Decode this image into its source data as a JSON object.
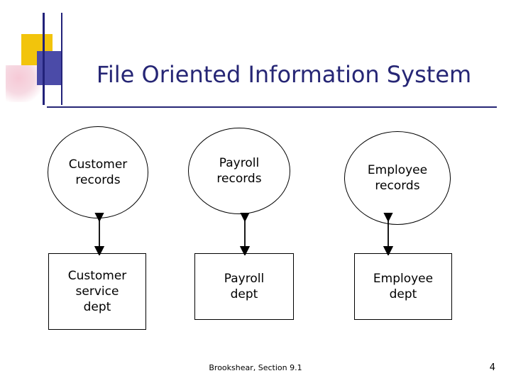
{
  "slide": {
    "title": "File Oriented Information System",
    "footer_source": "Brookshear, Section 9.1",
    "page_number": "4"
  },
  "colors": {
    "title_text": "#262675",
    "rule": "#262675",
    "shape_stroke": "#000000",
    "deco_yellow": "#f2c40c",
    "deco_blue": "#4b4ba8",
    "deco_pink": "#f6c9d6"
  },
  "diagram": {
    "type": "flow",
    "columns": [
      {
        "ellipse_label": "Customer\nrecords",
        "ellipse_line1": "Customer",
        "ellipse_line2": "records",
        "box_line1": "Customer",
        "box_line2": "service",
        "box_line3": "dept",
        "connector": "double-headed-arrow"
      },
      {
        "ellipse_line1": "Payroll",
        "ellipse_line2": "records",
        "box_line1": "Payroll",
        "box_line2": "dept",
        "connector": "double-headed-arrow"
      },
      {
        "ellipse_line1": "Employee",
        "ellipse_line2": "records",
        "box_line1": "Employee",
        "box_line2": "dept",
        "connector": "double-headed-arrow"
      }
    ]
  }
}
